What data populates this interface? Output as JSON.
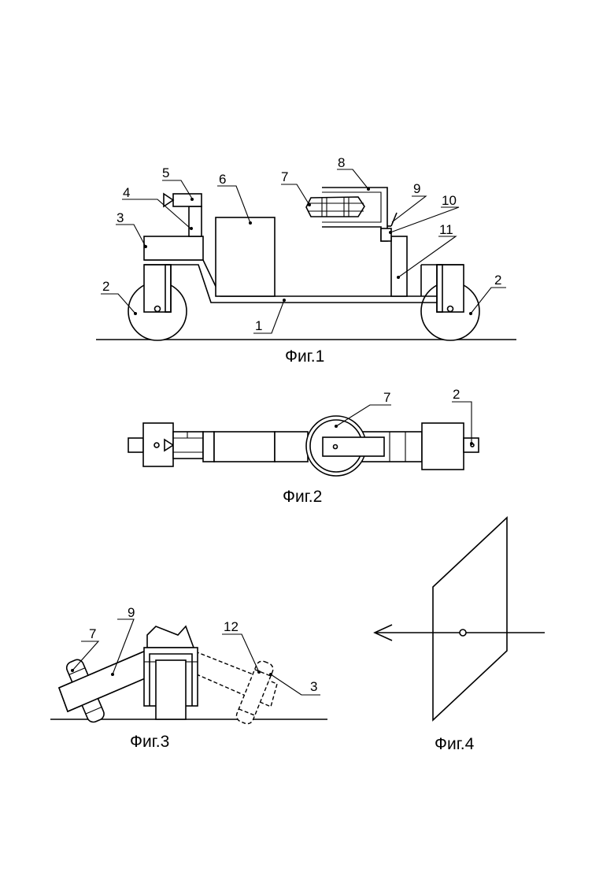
{
  "figures": {
    "fig1": {
      "caption": "Фиг.1",
      "labels": {
        "l1": "1",
        "l2a": "2",
        "l2b": "2",
        "l3": "3",
        "l4": "4",
        "l5": "5",
        "l6": "6",
        "l7": "7",
        "l8": "8",
        "l9": "9",
        "l10": "10",
        "l11": "11"
      }
    },
    "fig2": {
      "caption": "Фиг.2",
      "labels": {
        "l7": "7",
        "l2": "2"
      }
    },
    "fig3": {
      "caption": "Фиг.3",
      "labels": {
        "l7": "7",
        "l9": "9",
        "l12": "12",
        "l3": "3"
      }
    },
    "fig4": {
      "caption": "Фиг.4"
    }
  }
}
